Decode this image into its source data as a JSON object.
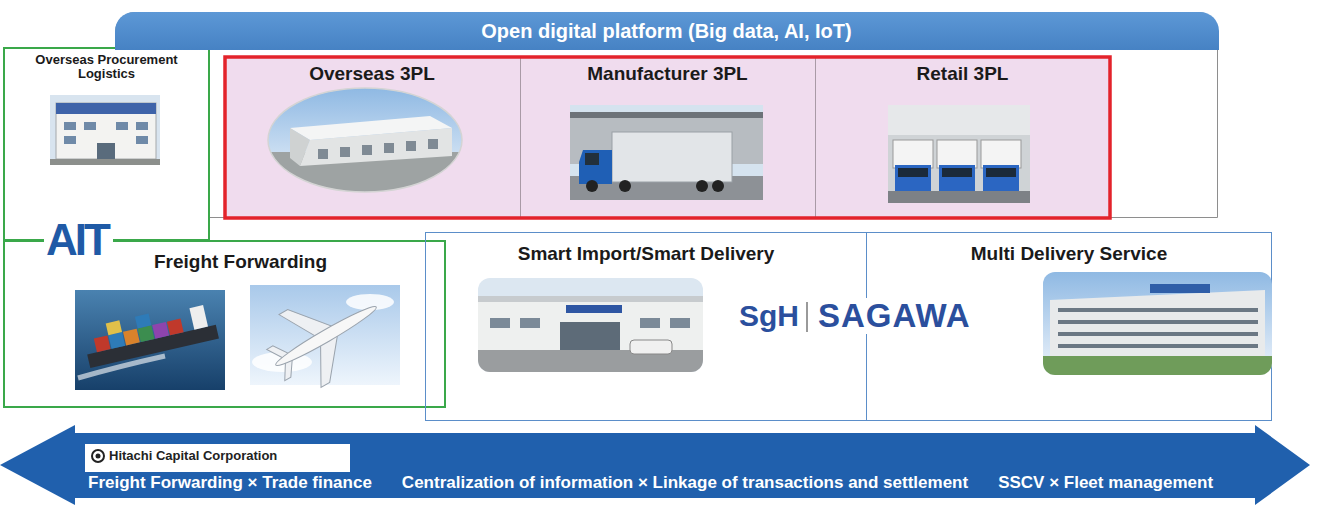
{
  "diagram": {
    "nodes": [
      {
        "text": [
          "Open digital platform (Big data, AI, IoT)"
        ]
      },
      {
        "text": [
          "Overseas 3PL"
        ],
        "in": 0
      },
      {
        "text": [
          "Manufacturer 3PL"
        ],
        "in": 0
      },
      {
        "text": [
          "Retail 3PL"
        ],
        "in": 0
      },
      {
        "text": [
          "Overseas Procurement Logistics"
        ]
      },
      {
        "text": [
          "Freight Forwarding"
        ]
      },
      {
        "text": [
          "Smart Import/Smart Delivery"
        ]
      },
      {
        "text": [
          "Multi Delivery Service"
        ]
      },
      {
        "text": [
          "Freight Forwarding × Trade finance",
          "Centralization of information × Linkage of transactions and settlement",
          "SSCV × Fleet management"
        ]
      },
      {
        "text": [
          "Hitachi Capital Corporation"
        ],
        "in": 8
      }
    ],
    "labels": [
      "AIT",
      "SgH",
      "SAGAWA"
    ]
  }
}
